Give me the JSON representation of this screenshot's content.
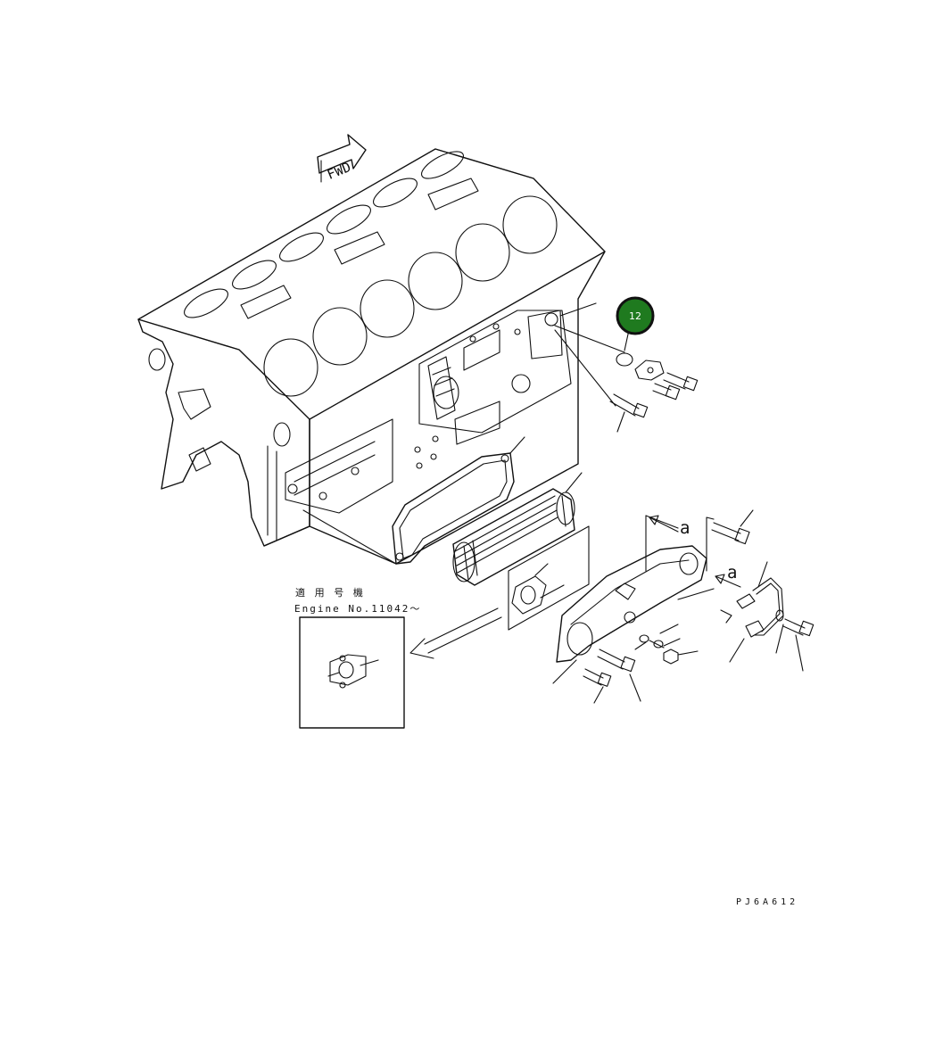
{
  "diagram": {
    "fwd_label": "FWD",
    "callout": {
      "number": "12",
      "color": "#1f7a1f",
      "ring_color": "#111111"
    },
    "view_marker_1": "a",
    "view_marker_2": "a",
    "note_line_1": "適 用 号 機",
    "note_line_2": "Engine No.11042～",
    "drawing_code": "PJ6A612"
  }
}
